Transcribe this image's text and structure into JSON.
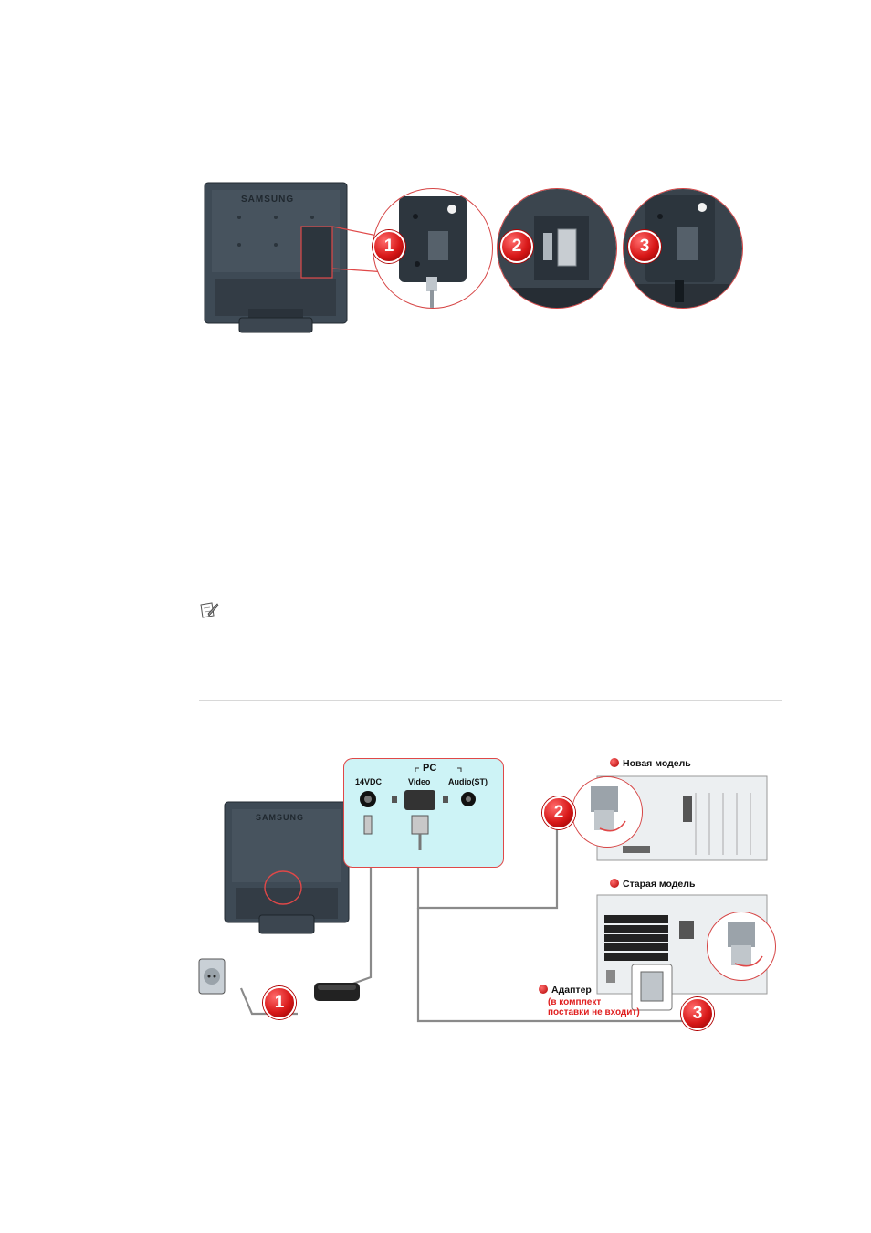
{
  "figure1": {
    "monitor_brand": "SAMSUNG",
    "steps": [
      "1",
      "2",
      "3"
    ]
  },
  "figure2": {
    "monitor_brand": "SAMSUNG",
    "panel": {
      "group_label": "PC",
      "port_power": "14VDC",
      "port_video": "Video",
      "port_audio": "Audio(ST)"
    },
    "new_model_label": "Новая модель",
    "old_model_label": "Старая модель",
    "adapter_label": "Адаптер",
    "adapter_note_line1": "(в комплект",
    "adapter_note_line2": "поставки не входит)",
    "steps": [
      "1",
      "2",
      "3"
    ]
  },
  "colors": {
    "badge": "#d81818",
    "panel_bg": "#cdf3f6",
    "accent_red": "#e02020"
  },
  "icons": {
    "note": "note-pencil-icon"
  }
}
